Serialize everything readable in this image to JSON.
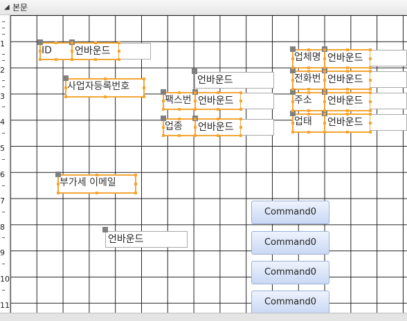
{
  "section": {
    "title": "본문",
    "collapse_icon": "triangle-down-icon"
  },
  "ruler": {
    "numbers": [
      "1",
      "2",
      "3",
      "4",
      "5",
      "6",
      "7",
      "8",
      "9",
      "10",
      "11"
    ]
  },
  "labels": {
    "id": "ID",
    "business_no": "사업자등록번호",
    "fax": "팩스번",
    "industry": "업종",
    "vat_email": "부가세 이메일",
    "company_name": "업체명",
    "phone": "전화번",
    "address": "주소",
    "business_type": "업태"
  },
  "fields": {
    "unbound_text": "언바운드"
  },
  "buttons": [
    "Command0",
    "Command0",
    "Command0",
    "Command0"
  ]
}
